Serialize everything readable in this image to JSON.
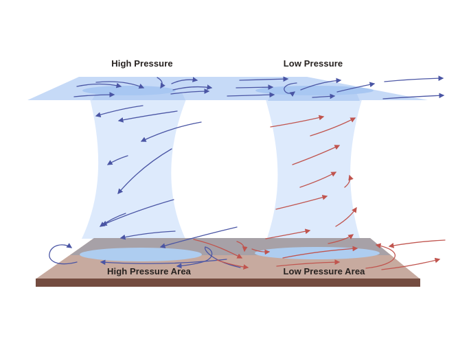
{
  "labels": {
    "aloft_high": "High Pressure",
    "aloft_low": "Low Pressure",
    "surface_high": "High Pressure Area",
    "surface_low": "Low Pressure Area"
  },
  "colors": {
    "background": "#ffffff",
    "upper_plane": "#c6daf7",
    "upper_plane_ellipse": "#a8c7f2",
    "air_column": "#ddeafc",
    "ground_top": "#c7aa9f",
    "ground_front": "#744c40",
    "ground_far_shadow": "#a39fa9",
    "surface_pool": "#aecdf0",
    "descending_air_arrows": "#4a55a4",
    "ascending_air_arrows": "#c0544e",
    "label_text": "#26211f"
  }
}
